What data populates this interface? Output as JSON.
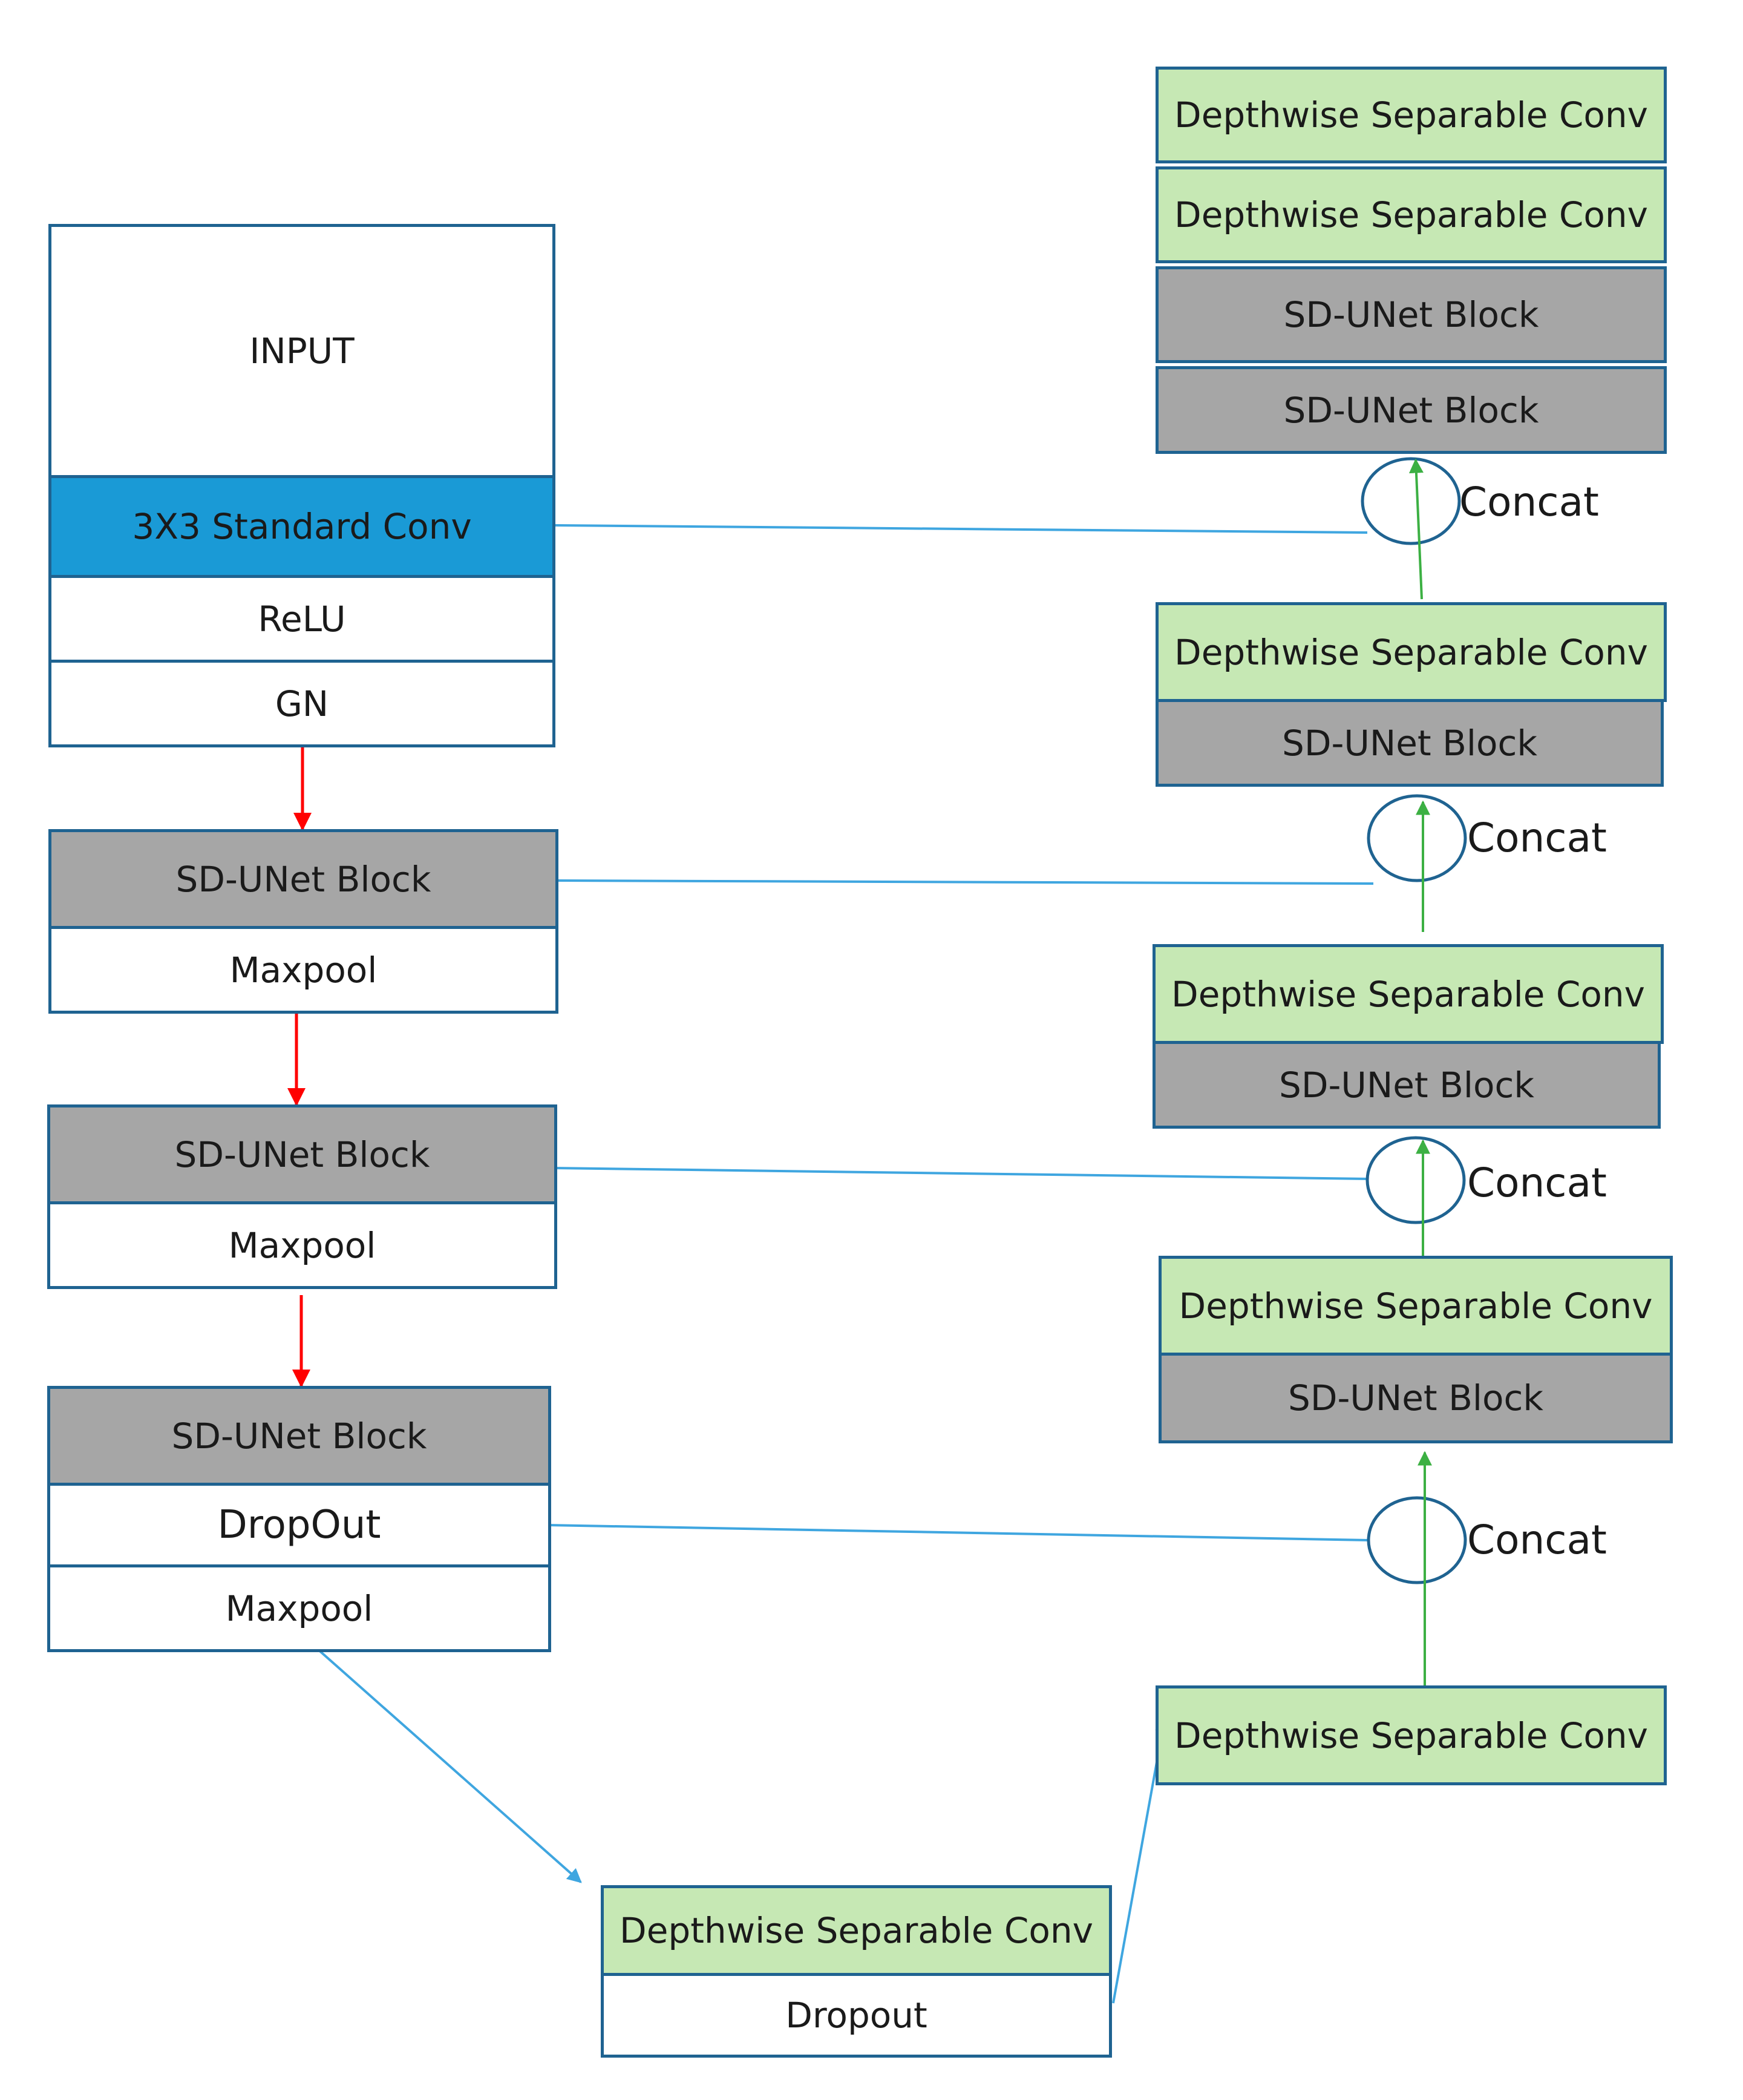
{
  "colors": {
    "border": "#1f6391",
    "white": "#ffffff",
    "standard_conv": "#1a9ad6",
    "sd_unet_block": "#a6a6a6",
    "depthwise_conv": "#c6e8b4",
    "encoder_arrow": "#ff0000",
    "decoder_arrow": "#3cb043",
    "skip_line": "#3fa6e0"
  },
  "encoder": {
    "input": "INPUT",
    "standard_conv": "3X3 Standard Conv",
    "relu": "ReLU",
    "gn": "GN",
    "stage1_block": "SD-UNet Block",
    "stage1_pool": "Maxpool",
    "stage2_block": "SD-UNet Block",
    "stage2_pool": "Maxpool",
    "stage3_block": "SD-UNet Block",
    "stage3_dropout": "DropOut",
    "stage3_pool": "Maxpool"
  },
  "bottleneck": {
    "conv": "Depthwise Separable Conv",
    "dropout": "Dropout"
  },
  "decoder": {
    "top_conv_1": "Depthwise Separable Conv",
    "top_conv_2": "Depthwise Separable Conv",
    "top_block_1": "SD-UNet Block",
    "top_block_2": "SD-UNet Block",
    "stage3_conv": "Depthwise Separable Conv",
    "stage3_block": "SD-UNet Block",
    "stage2_conv": "Depthwise Separable Conv",
    "stage2_block": "SD-UNet Block",
    "stage1_conv": "Depthwise Separable Conv",
    "stage1_block": "SD-UNet Block",
    "bottom_conv": "Depthwise Separable Conv"
  },
  "concat": {
    "c1": "Concat",
    "c2": "Concat",
    "c3": "Concat",
    "c4": "Concat"
  }
}
